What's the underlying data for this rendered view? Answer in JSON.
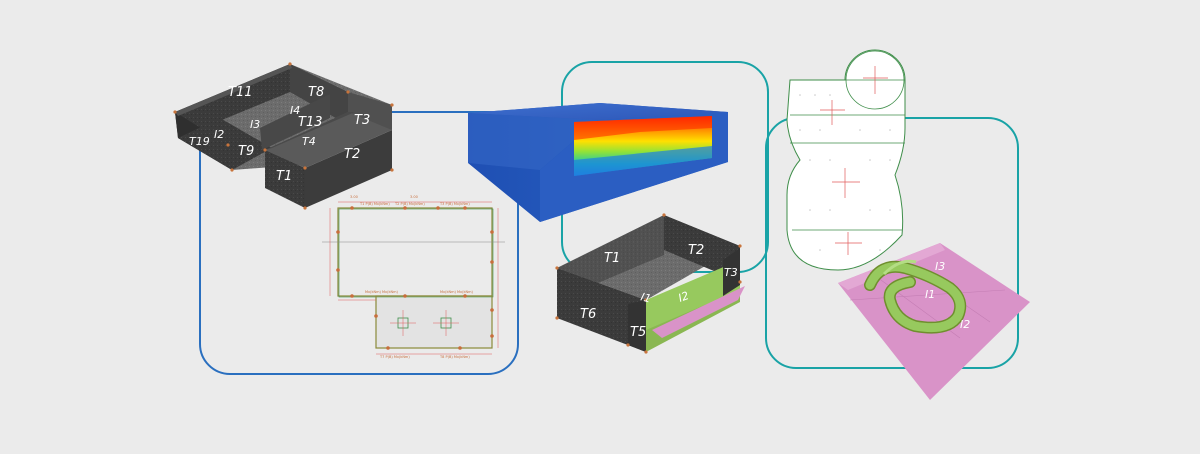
{
  "colors": {
    "background": "#ebebeb",
    "frame_left": "#2a6fbf",
    "frame_teal": "#19a3a6",
    "wall_dark": "#3e3e3e",
    "floor": "#6f6f6f",
    "green_slab": "#97c95e",
    "pink_slab": "#d993c8",
    "plan_line_red": "#e05a5a",
    "plan_line_green": "#3f8e4a"
  },
  "model_left": {
    "labels": [
      "T11",
      "T8",
      "T3",
      "T13",
      "T4",
      "T9",
      "T1",
      "T2",
      "T19",
      "I2",
      "I3",
      "I4"
    ]
  },
  "model_right": {
    "labels": [
      "T1",
      "T2",
      "T3",
      "T6",
      "T5",
      "I1",
      "I2"
    ]
  },
  "freeform": {
    "labels": [
      "I1",
      "I2",
      "I3"
    ]
  },
  "icons": {
    "plan_drawing": "floor-plan-drawing",
    "heatmap": "thermal-simulation-block",
    "curved_plan": "curved-outline-plan",
    "ribbon": "curved-ribbon-slab"
  }
}
